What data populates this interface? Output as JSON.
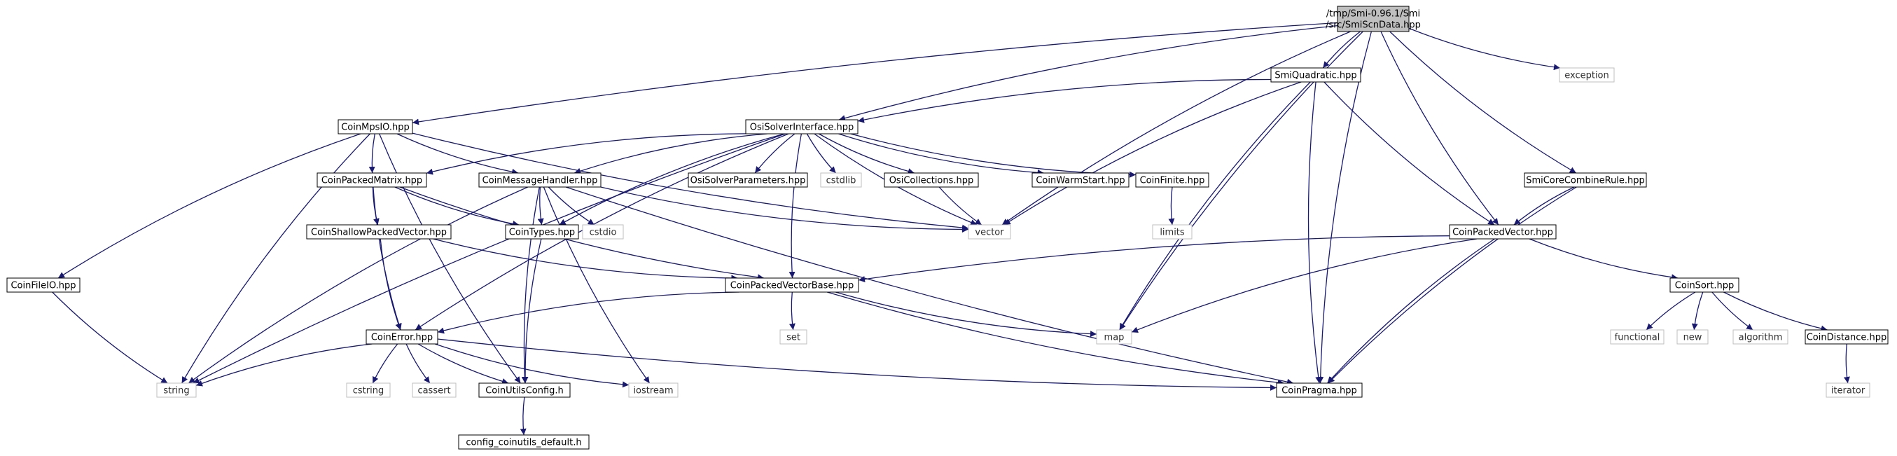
{
  "graph": {
    "title": "/tmp/Smi-0.96.1/Smi/src/SmiScnData.hpp",
    "colors": {
      "edge": "#191970",
      "root_fill": "#bfbfbf",
      "node_border": "#000000",
      "system_border": "#bfbfbf",
      "text": "#000000"
    },
    "nodes": [
      {
        "id": "root",
        "lines": [
          "/tmp/Smi-0.96.1/Smi",
          "/src/SmiScnData.hpp"
        ],
        "kind": "root"
      },
      {
        "id": "smiquadratic",
        "lines": [
          "SmiQuadratic.hpp"
        ],
        "kind": "file"
      },
      {
        "id": "exception",
        "lines": [
          "exception"
        ],
        "kind": "system"
      },
      {
        "id": "coinmpsio",
        "lines": [
          "CoinMpsIO.hpp"
        ],
        "kind": "file"
      },
      {
        "id": "osisolverinterface",
        "lines": [
          "OsiSolverInterface.hpp"
        ],
        "kind": "file"
      },
      {
        "id": "smicorecombinerule",
        "lines": [
          "SmiCoreCombineRule.hpp"
        ],
        "kind": "file"
      },
      {
        "id": "coinpackedmatrix",
        "lines": [
          "CoinPackedMatrix.hpp"
        ],
        "kind": "file"
      },
      {
        "id": "coinmessagehandler",
        "lines": [
          "CoinMessageHandler.hpp"
        ],
        "kind": "file"
      },
      {
        "id": "osisolverparameters",
        "lines": [
          "OsiSolverParameters.hpp"
        ],
        "kind": "file"
      },
      {
        "id": "cstdlib",
        "lines": [
          "cstdlib"
        ],
        "kind": "system"
      },
      {
        "id": "osicollections",
        "lines": [
          "OsiCollections.hpp"
        ],
        "kind": "file"
      },
      {
        "id": "coinwarmstart",
        "lines": [
          "CoinWarmStart.hpp"
        ],
        "kind": "file"
      },
      {
        "id": "coinfinite",
        "lines": [
          "CoinFinite.hpp"
        ],
        "kind": "file"
      },
      {
        "id": "coinshallowpackedvector",
        "lines": [
          "CoinShallowPackedVector.hpp"
        ],
        "kind": "file"
      },
      {
        "id": "cointypes",
        "lines": [
          "CoinTypes.hpp"
        ],
        "kind": "file"
      },
      {
        "id": "cstdio",
        "lines": [
          "cstdio"
        ],
        "kind": "system"
      },
      {
        "id": "vector",
        "lines": [
          "vector"
        ],
        "kind": "system"
      },
      {
        "id": "limits",
        "lines": [
          "limits"
        ],
        "kind": "system"
      },
      {
        "id": "coinpackedvector",
        "lines": [
          "CoinPackedVector.hpp"
        ],
        "kind": "file"
      },
      {
        "id": "coinfileio",
        "lines": [
          "CoinFileIO.hpp"
        ],
        "kind": "file"
      },
      {
        "id": "coinpackedvectorbase",
        "lines": [
          "CoinPackedVectorBase.hpp"
        ],
        "kind": "file"
      },
      {
        "id": "coinsort",
        "lines": [
          "CoinSort.hpp"
        ],
        "kind": "file"
      },
      {
        "id": "set",
        "lines": [
          "set"
        ],
        "kind": "system"
      },
      {
        "id": "coinerror",
        "lines": [
          "CoinError.hpp"
        ],
        "kind": "file"
      },
      {
        "id": "map",
        "lines": [
          "map"
        ],
        "kind": "system"
      },
      {
        "id": "functional",
        "lines": [
          "functional"
        ],
        "kind": "system"
      },
      {
        "id": "new",
        "lines": [
          "new"
        ],
        "kind": "system"
      },
      {
        "id": "algorithm",
        "lines": [
          "algorithm"
        ],
        "kind": "system"
      },
      {
        "id": "coindistance",
        "lines": [
          "CoinDistance.hpp"
        ],
        "kind": "file"
      },
      {
        "id": "string",
        "lines": [
          "string"
        ],
        "kind": "system"
      },
      {
        "id": "cstring",
        "lines": [
          "cstring"
        ],
        "kind": "system"
      },
      {
        "id": "cassert",
        "lines": [
          "cassert"
        ],
        "kind": "system"
      },
      {
        "id": "coinutilsconfig",
        "lines": [
          "CoinUtilsConfig.h"
        ],
        "kind": "file"
      },
      {
        "id": "iostream",
        "lines": [
          "iostream"
        ],
        "kind": "system"
      },
      {
        "id": "coinpragma",
        "lines": [
          "CoinPragma.hpp"
        ],
        "kind": "file"
      },
      {
        "id": "iterator",
        "lines": [
          "iterator"
        ],
        "kind": "system"
      },
      {
        "id": "configcoinutils",
        "lines": [
          "config_coinutils_default.h"
        ],
        "kind": "file"
      }
    ],
    "edges": [
      [
        "root",
        "smiquadratic"
      ],
      [
        "root",
        "exception"
      ],
      [
        "root",
        "coinmpsio"
      ],
      [
        "root",
        "osisolverinterface"
      ],
      [
        "root",
        "smicorecombinerule"
      ],
      [
        "root",
        "coinpackedvector"
      ],
      [
        "root",
        "vector"
      ],
      [
        "root",
        "map"
      ],
      [
        "root",
        "coinpragma"
      ],
      [
        "smiquadratic",
        "osisolverinterface"
      ],
      [
        "smiquadratic",
        "coinpackedvector"
      ],
      [
        "smiquadratic",
        "vector"
      ],
      [
        "smiquadratic",
        "map"
      ],
      [
        "smiquadratic",
        "coinpragma"
      ],
      [
        "coinmpsio",
        "coinpackedmatrix"
      ],
      [
        "coinmpsio",
        "coinmessagehandler"
      ],
      [
        "coinmpsio",
        "coinfileio"
      ],
      [
        "coinmpsio",
        "vector"
      ],
      [
        "coinmpsio",
        "string"
      ],
      [
        "coinmpsio",
        "coinutilsconfig"
      ],
      [
        "osisolverinterface",
        "osisolverparameters"
      ],
      [
        "osisolverinterface",
        "cstdlib"
      ],
      [
        "osisolverinterface",
        "osicollections"
      ],
      [
        "osisolverinterface",
        "coinwarmstart"
      ],
      [
        "osisolverinterface",
        "coinfinite"
      ],
      [
        "osisolverinterface",
        "coinpackedmatrix"
      ],
      [
        "osisolverinterface",
        "coinmessagehandler"
      ],
      [
        "osisolverinterface",
        "cointypes"
      ],
      [
        "osisolverinterface",
        "vector"
      ],
      [
        "osisolverinterface",
        "string"
      ],
      [
        "osisolverinterface",
        "coinpackedvectorbase"
      ],
      [
        "osisolverinterface",
        "coinerror"
      ],
      [
        "smicorecombinerule",
        "coinpackedvector"
      ],
      [
        "smicorecombinerule",
        "coinpragma"
      ],
      [
        "coinpackedmatrix",
        "coinshallowpackedvector"
      ],
      [
        "coinpackedmatrix",
        "cointypes"
      ],
      [
        "coinpackedmatrix",
        "coinerror"
      ],
      [
        "coinpackedmatrix",
        "coinpackedvectorbase"
      ],
      [
        "coinmessagehandler",
        "cointypes"
      ],
      [
        "coinmessagehandler",
        "cstdio"
      ],
      [
        "coinmessagehandler",
        "vector"
      ],
      [
        "coinmessagehandler",
        "string"
      ],
      [
        "coinmessagehandler",
        "coinutilsconfig"
      ],
      [
        "coinmessagehandler",
        "iostream"
      ],
      [
        "coinmessagehandler",
        "coinpragma"
      ],
      [
        "osicollections",
        "vector"
      ],
      [
        "coinfinite",
        "limits"
      ],
      [
        "coinshallowpackedvector",
        "coinpackedvectorbase"
      ],
      [
        "coinshallowpackedvector",
        "coinerror"
      ],
      [
        "cointypes",
        "coinutilsconfig"
      ],
      [
        "coinpackedvector",
        "coinpackedvectorbase"
      ],
      [
        "coinpackedvector",
        "coinsort"
      ],
      [
        "coinpackedvector",
        "map"
      ],
      [
        "coinpackedvector",
        "coinpragma"
      ],
      [
        "coinfileio",
        "string"
      ],
      [
        "coinpackedvectorbase",
        "set"
      ],
      [
        "coinpackedvectorbase",
        "map"
      ],
      [
        "coinpackedvectorbase",
        "coinerror"
      ],
      [
        "coinpackedvectorbase",
        "coinpragma"
      ],
      [
        "coinsort",
        "functional"
      ],
      [
        "coinsort",
        "new"
      ],
      [
        "coinsort",
        "algorithm"
      ],
      [
        "coinsort",
        "coindistance"
      ],
      [
        "coindistance",
        "iterator"
      ],
      [
        "coinerror",
        "string"
      ],
      [
        "coinerror",
        "cstring"
      ],
      [
        "coinerror",
        "cassert"
      ],
      [
        "coinerror",
        "coinutilsconfig"
      ],
      [
        "coinerror",
        "iostream"
      ],
      [
        "coinerror",
        "coinpragma"
      ],
      [
        "coinutilsconfig",
        "configcoinutils"
      ]
    ]
  }
}
